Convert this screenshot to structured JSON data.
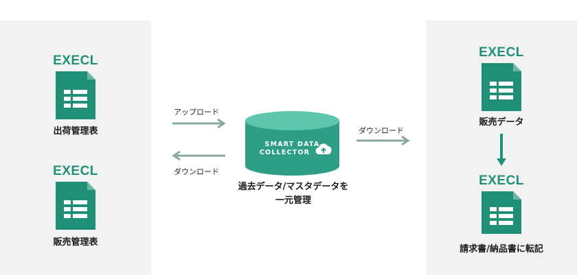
{
  "left_panel": {
    "docs": [
      {
        "label": "EXECL",
        "caption": "出荷管理表"
      },
      {
        "label": "EXECL",
        "caption": "販売管理表"
      }
    ]
  },
  "arrows": {
    "upload_label": "アップロード",
    "download_left_label": "ダウンロード",
    "download_right_label": "ダウンロード"
  },
  "database": {
    "logo_line1": "SMART DATA",
    "logo_line2": "COLLECTOR",
    "caption_line1": "過去データ/マスタデータを",
    "caption_line2": "一元管理"
  },
  "right_panel": {
    "docs": [
      {
        "label": "EXECL",
        "caption": "販売データ"
      },
      {
        "label": "EXECL",
        "caption": "請求書/納品書に転記"
      }
    ]
  },
  "colors": {
    "accent": "#1f9077",
    "arrow": "#8aa8a0",
    "panel_bg": "#f2f2f2",
    "db_body": "#2f9e86",
    "db_top": "#5dc6ab"
  }
}
